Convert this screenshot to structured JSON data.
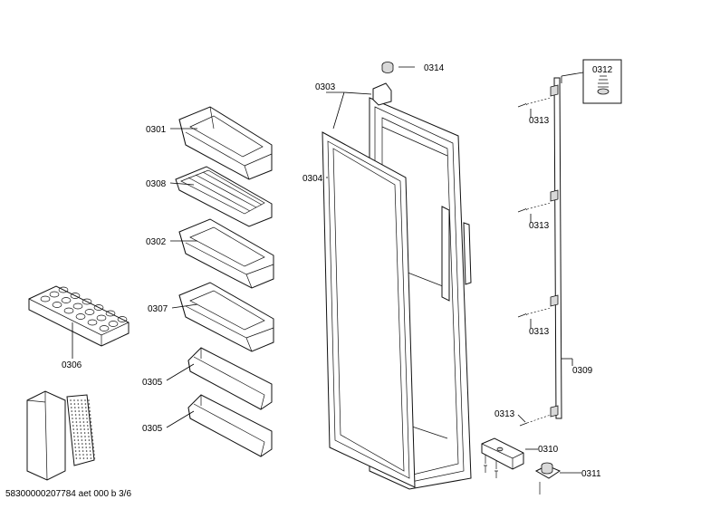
{
  "labels": {
    "p0301": "0301",
    "p0308": "0308",
    "p0302": "0302",
    "p0307": "0307",
    "p0305a": "0305",
    "p0305b": "0305",
    "p0306": "0306",
    "p0303": "0303",
    "p0304": "0304",
    "p0314": "0314",
    "p0312": "0312",
    "p0313a": "0313",
    "p0313b": "0313",
    "p0313c": "0313",
    "p0313d": "0313",
    "p0309": "0309",
    "p0310": "0310",
    "p0311": "0311"
  },
  "footer": "58300000207784 aet 000 b 3/6"
}
